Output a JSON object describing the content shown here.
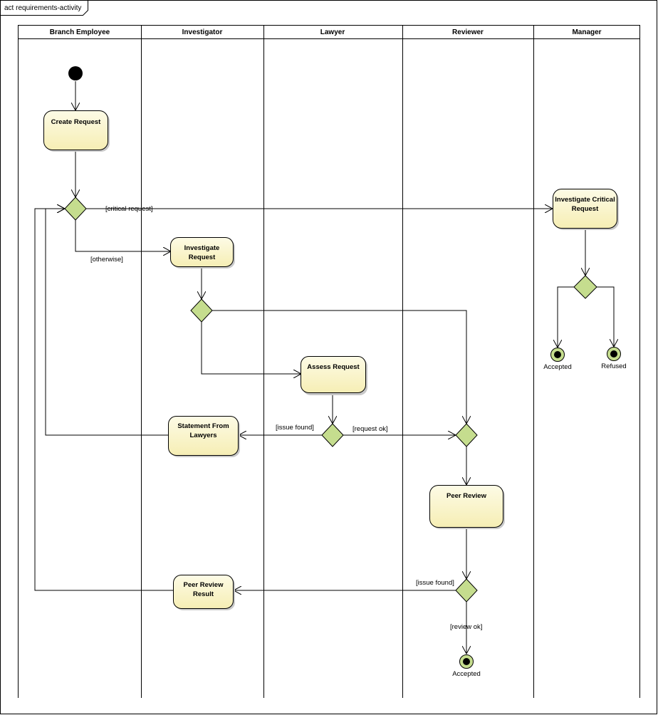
{
  "frame": {
    "title": "act requirements-activity"
  },
  "lanes": [
    "Branch Employee",
    "Investigator",
    "Lawyer",
    "Reviewer",
    "Manager"
  ],
  "actions": {
    "create_request": [
      "Create Request"
    ],
    "investigate_critical_request": [
      "Investigate Critical",
      "Request"
    ],
    "investigate_request": [
      "Investigate",
      "Request"
    ],
    "assess_request": [
      "Assess Request"
    ],
    "statement_from_lawyers": [
      "Statement From",
      "Lawyers"
    ],
    "peer_review": [
      "Peer Review"
    ],
    "peer_review_result": [
      "Peer Review",
      "Result"
    ]
  },
  "guards": {
    "critical_request": "[critical request]",
    "otherwise": "[otherwise]",
    "issue_found_lawyer": "[issue found]",
    "request_ok": "[request ok]",
    "issue_found_reviewer": "[issue found]",
    "review_ok": "[review ok]"
  },
  "finals": {
    "manager_accepted": "Accepted",
    "manager_refused": "Refused",
    "reviewer_accepted": "Accepted"
  },
  "colors": {
    "action_fill_top": "#fdfbe6",
    "action_fill_bottom": "#f6eeb4",
    "decision_fill": "#c5dd8e",
    "line": "#000000",
    "shadow": "#c8c8c8"
  }
}
